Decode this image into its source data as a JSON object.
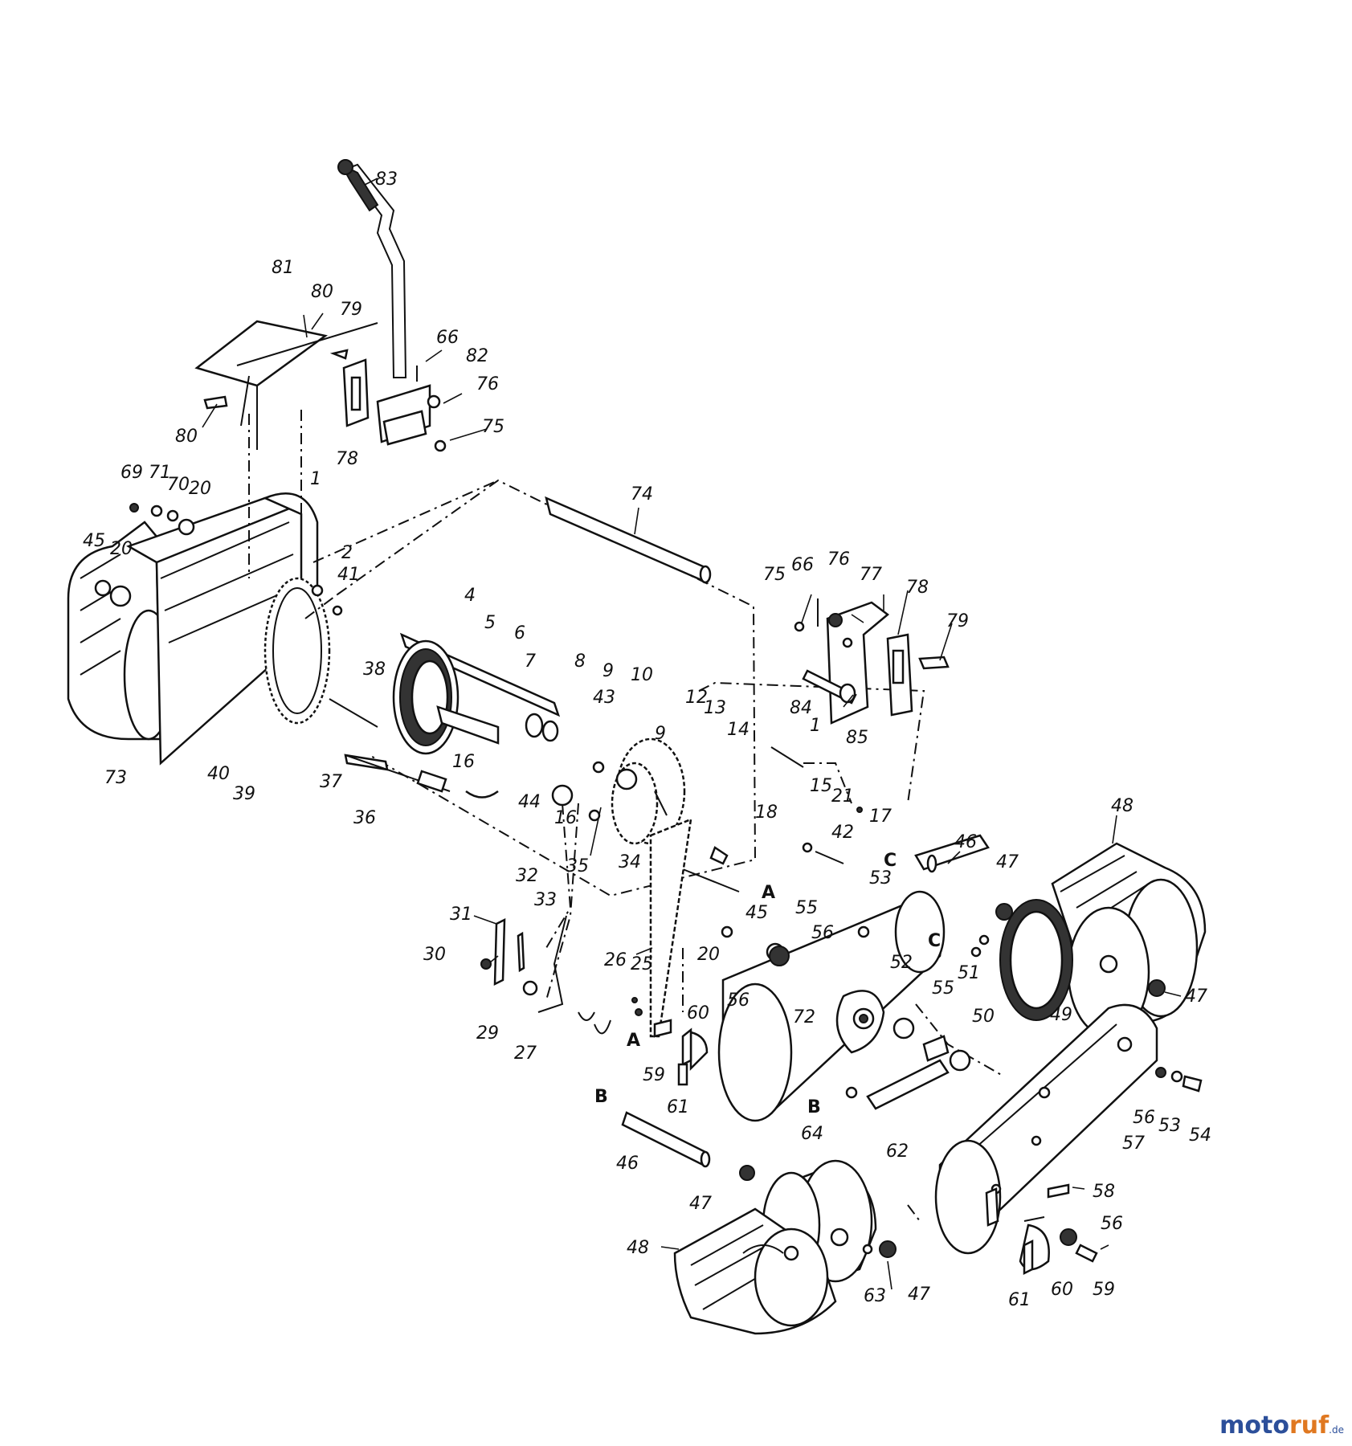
{
  "labels": {
    "l83": "83",
    "l81": "81",
    "l80a": "80",
    "l79a": "79",
    "l66a": "66",
    "l82": "82",
    "l76a": "76",
    "l75a": "75",
    "l80b": "80",
    "l78a": "78",
    "l69": "69",
    "l71": "71",
    "l70": "70",
    "l20a": "20",
    "l1a": "1",
    "l74": "74",
    "l45a": "45",
    "l20b": "20",
    "l2": "2",
    "l41": "41",
    "l4": "4",
    "l5": "5",
    "l6": "6",
    "l7": "7",
    "l8": "8",
    "l9a": "9",
    "l10": "10",
    "l38": "38",
    "l43": "43",
    "l12": "12",
    "l13": "13",
    "l14": "14",
    "l9b": "9",
    "l16a": "16",
    "l16b": "16",
    "l44": "44",
    "l73": "73",
    "l40": "40",
    "l39": "39",
    "l37": "37",
    "l36": "36",
    "l35": "35",
    "l34": "34",
    "l18": "18",
    "l75b": "75",
    "l66b": "66",
    "l76b": "76",
    "l77": "77",
    "l78b": "78",
    "l79b": "79",
    "l84": "84",
    "l85": "85",
    "l1b": "1",
    "l15": "15",
    "l21": "21",
    "l42": "42",
    "l17": "17",
    "l48a": "48",
    "l46a": "46",
    "l47a": "47",
    "l53a": "53",
    "l55a": "55",
    "l56a": "56",
    "l45b": "45",
    "l20c": "20",
    "l52": "52",
    "l51": "51",
    "l50": "50",
    "l49": "49",
    "l47b": "47",
    "l72": "72",
    "l55b": "55",
    "l32": "32",
    "l33": "33",
    "l31": "31",
    "l30": "30",
    "l29": "29",
    "l27": "27",
    "l26": "26",
    "l25": "25",
    "l60a": "60",
    "l56b": "56",
    "l59a": "59",
    "l61a": "61",
    "l64": "64",
    "l62": "62",
    "l57": "57",
    "l56c": "56",
    "l53b": "53",
    "l54": "54",
    "l58": "58",
    "l46b": "46",
    "l47c": "47",
    "l48b": "48",
    "l63": "63",
    "l47d": "47",
    "l56d": "56",
    "l61b": "61",
    "l60b": "60",
    "l59b": "59"
  },
  "letters": {
    "A1": "A",
    "A2": "A",
    "B1": "B",
    "B2": "B",
    "C1": "C",
    "C2": "C"
  },
  "watermark": {
    "part1": "moto",
    "part2": "ruf",
    "part3": ".de"
  },
  "colors": {
    "ink": "#111111",
    "watermark_blue": "#2c4f9a",
    "watermark_orange": "#e07820"
  }
}
